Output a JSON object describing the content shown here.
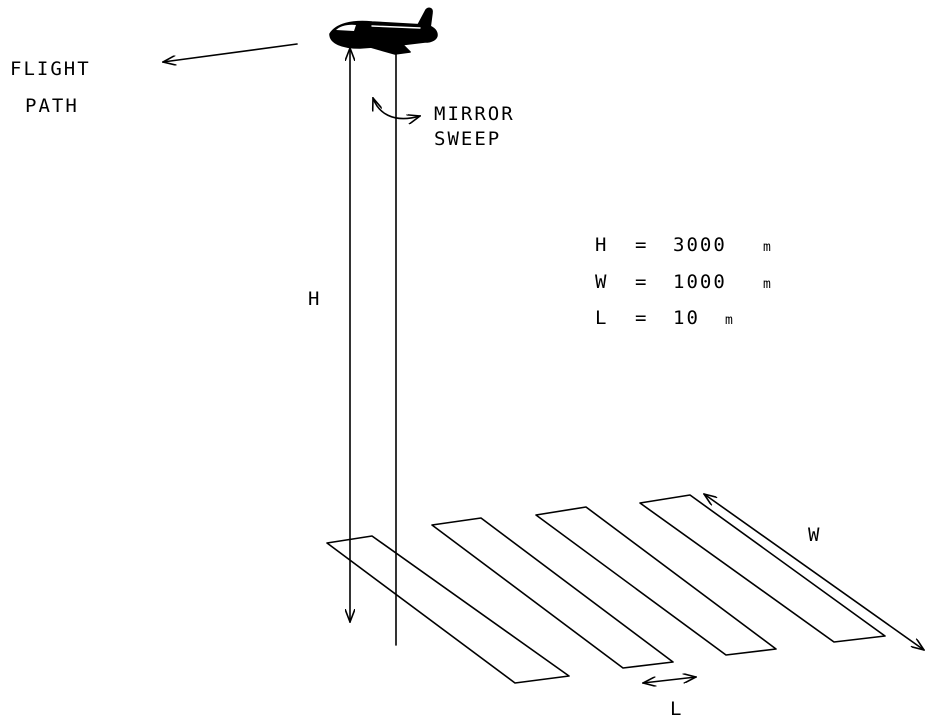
{
  "labels": {
    "flight_path_line1": "FLIGHT",
    "flight_path_line2": "PATH",
    "mirror_sweep_line1": "MIRROR",
    "mirror_sweep_line2": "SWEEP",
    "h_dimension": "H",
    "w_dimension": "W",
    "l_dimension": "L"
  },
  "parameters": [
    {
      "symbol": "H",
      "equals": "=",
      "value": "3000",
      "unit": "m"
    },
    {
      "symbol": "W",
      "equals": "=",
      "value": "1000",
      "unit": "m"
    },
    {
      "symbol": "L",
      "equals": "=",
      "value": "10",
      "unit": "m"
    }
  ],
  "colors": {
    "ink": "#000000",
    "background": "#ffffff"
  },
  "icons": {
    "aircraft": "airplane-icon"
  }
}
